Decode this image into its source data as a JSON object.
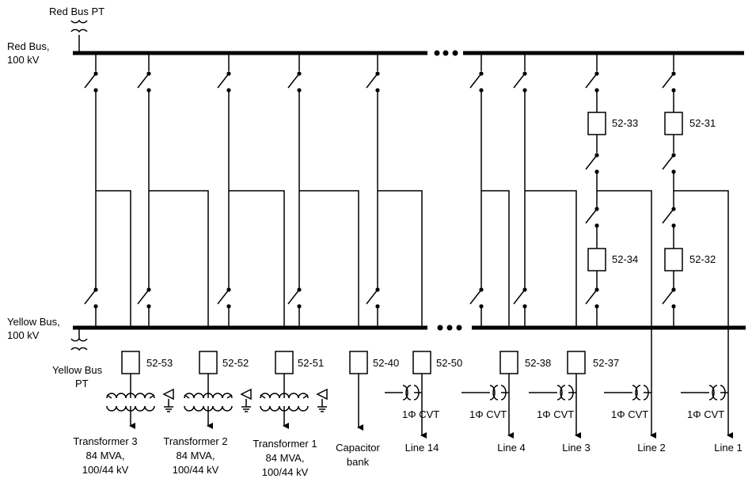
{
  "buses": {
    "red_pt_label": "Red Bus PT",
    "red_label_1": "Red Bus,",
    "red_label_2": "100 kV",
    "yellow_label_1": "Yellow Bus,",
    "yellow_label_2": "100 kV",
    "yellow_pt_label_1": "Yellow Bus",
    "yellow_pt_label_2": "PT"
  },
  "breakers": {
    "b53": "52-53",
    "b52": "52-52",
    "b51": "52-51",
    "b40": "52-40",
    "b50": "52-50",
    "b38": "52-38",
    "b37": "52-37",
    "b33": "52-33",
    "b31": "52-31",
    "b34": "52-34",
    "b32": "52-32"
  },
  "cvt_label": "1Φ CVT",
  "feeders": {
    "t3_name": "Transformer 3",
    "t3_rating": "84 MVA,",
    "t3_voltage": "100/44 kV",
    "t2_name": "Transformer 2",
    "t2_rating": "84 MVA,",
    "t2_voltage": "100/44 kV",
    "t1_name": "Transformer 1",
    "t1_rating": "84 MVA,",
    "t1_voltage": "100/44 kV",
    "cap_line1": "Capacitor",
    "cap_line2": "bank",
    "line14": "Line 14",
    "line4": "Line 4",
    "line3": "Line 3",
    "line2": "Line 2",
    "line1": "Line 1"
  }
}
